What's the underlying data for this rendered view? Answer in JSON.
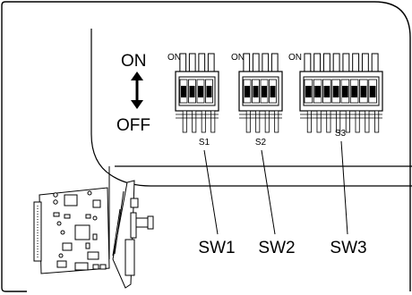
{
  "legend": {
    "on": "ON",
    "off": "OFF",
    "arrow_icon": "up-down-arrow-icon"
  },
  "switches": [
    {
      "on_label": "ON",
      "id_label": "S1",
      "callout": "SW1",
      "positions": 4
    },
    {
      "on_label": "ON",
      "id_label": "S2",
      "callout": "SW2",
      "positions": 4
    },
    {
      "on_label": "ON",
      "id_label": "S3",
      "callout": "SW3",
      "positions": 8
    }
  ]
}
